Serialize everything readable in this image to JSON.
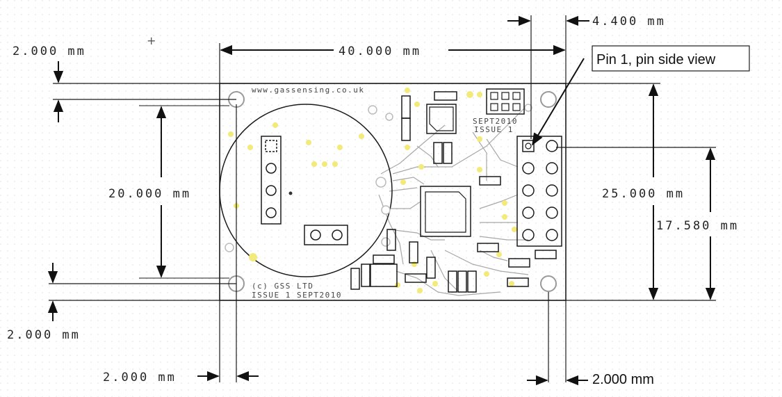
{
  "board": {
    "website": "www.gassensing.co.uk",
    "maker": "(c) GSS LTD",
    "issue": "ISSUE 1 SEPT2010",
    "rev_date": "SEPT2010",
    "rev_issue": "ISSUE 1"
  },
  "dimensions": {
    "width": "40.000 mm",
    "height": "25.000 mm",
    "hole_spacing": "20.000 mm",
    "pin_span": "17.580 mm",
    "hole_top": "2.000 mm",
    "hole_bottom": "2.000 mm",
    "hole_left": "2.000 mm",
    "hole_right": "2.000 mm",
    "header_offset": "4.400 mm"
  },
  "callout": {
    "label": "Pin 1, pin side view"
  },
  "colors": {
    "line": "#1a1a1a",
    "pcb_trace": "#9a9a9a",
    "via": "#f2ea7a",
    "grid": "#d8d8d8"
  }
}
